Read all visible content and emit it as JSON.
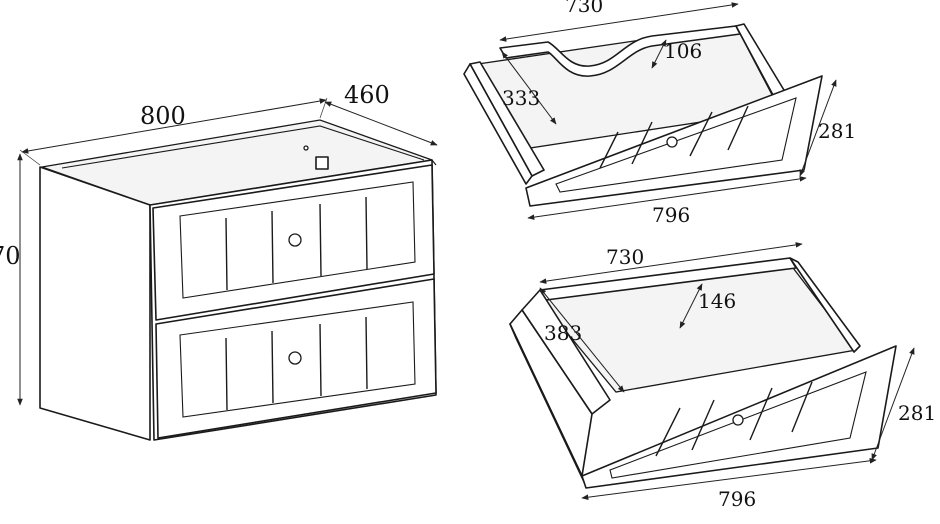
{
  "cabinet": {
    "width": "800",
    "depth": "460",
    "height_partial": "70"
  },
  "top_drawer": {
    "inner_width": "730",
    "notch_depth": "106",
    "inner_height": "333",
    "front_height": "281",
    "front_width": "796"
  },
  "bottom_drawer": {
    "inner_width": "730",
    "inner_depth_marker": "146",
    "inner_height": "383",
    "front_height": "281",
    "front_width": "796"
  }
}
